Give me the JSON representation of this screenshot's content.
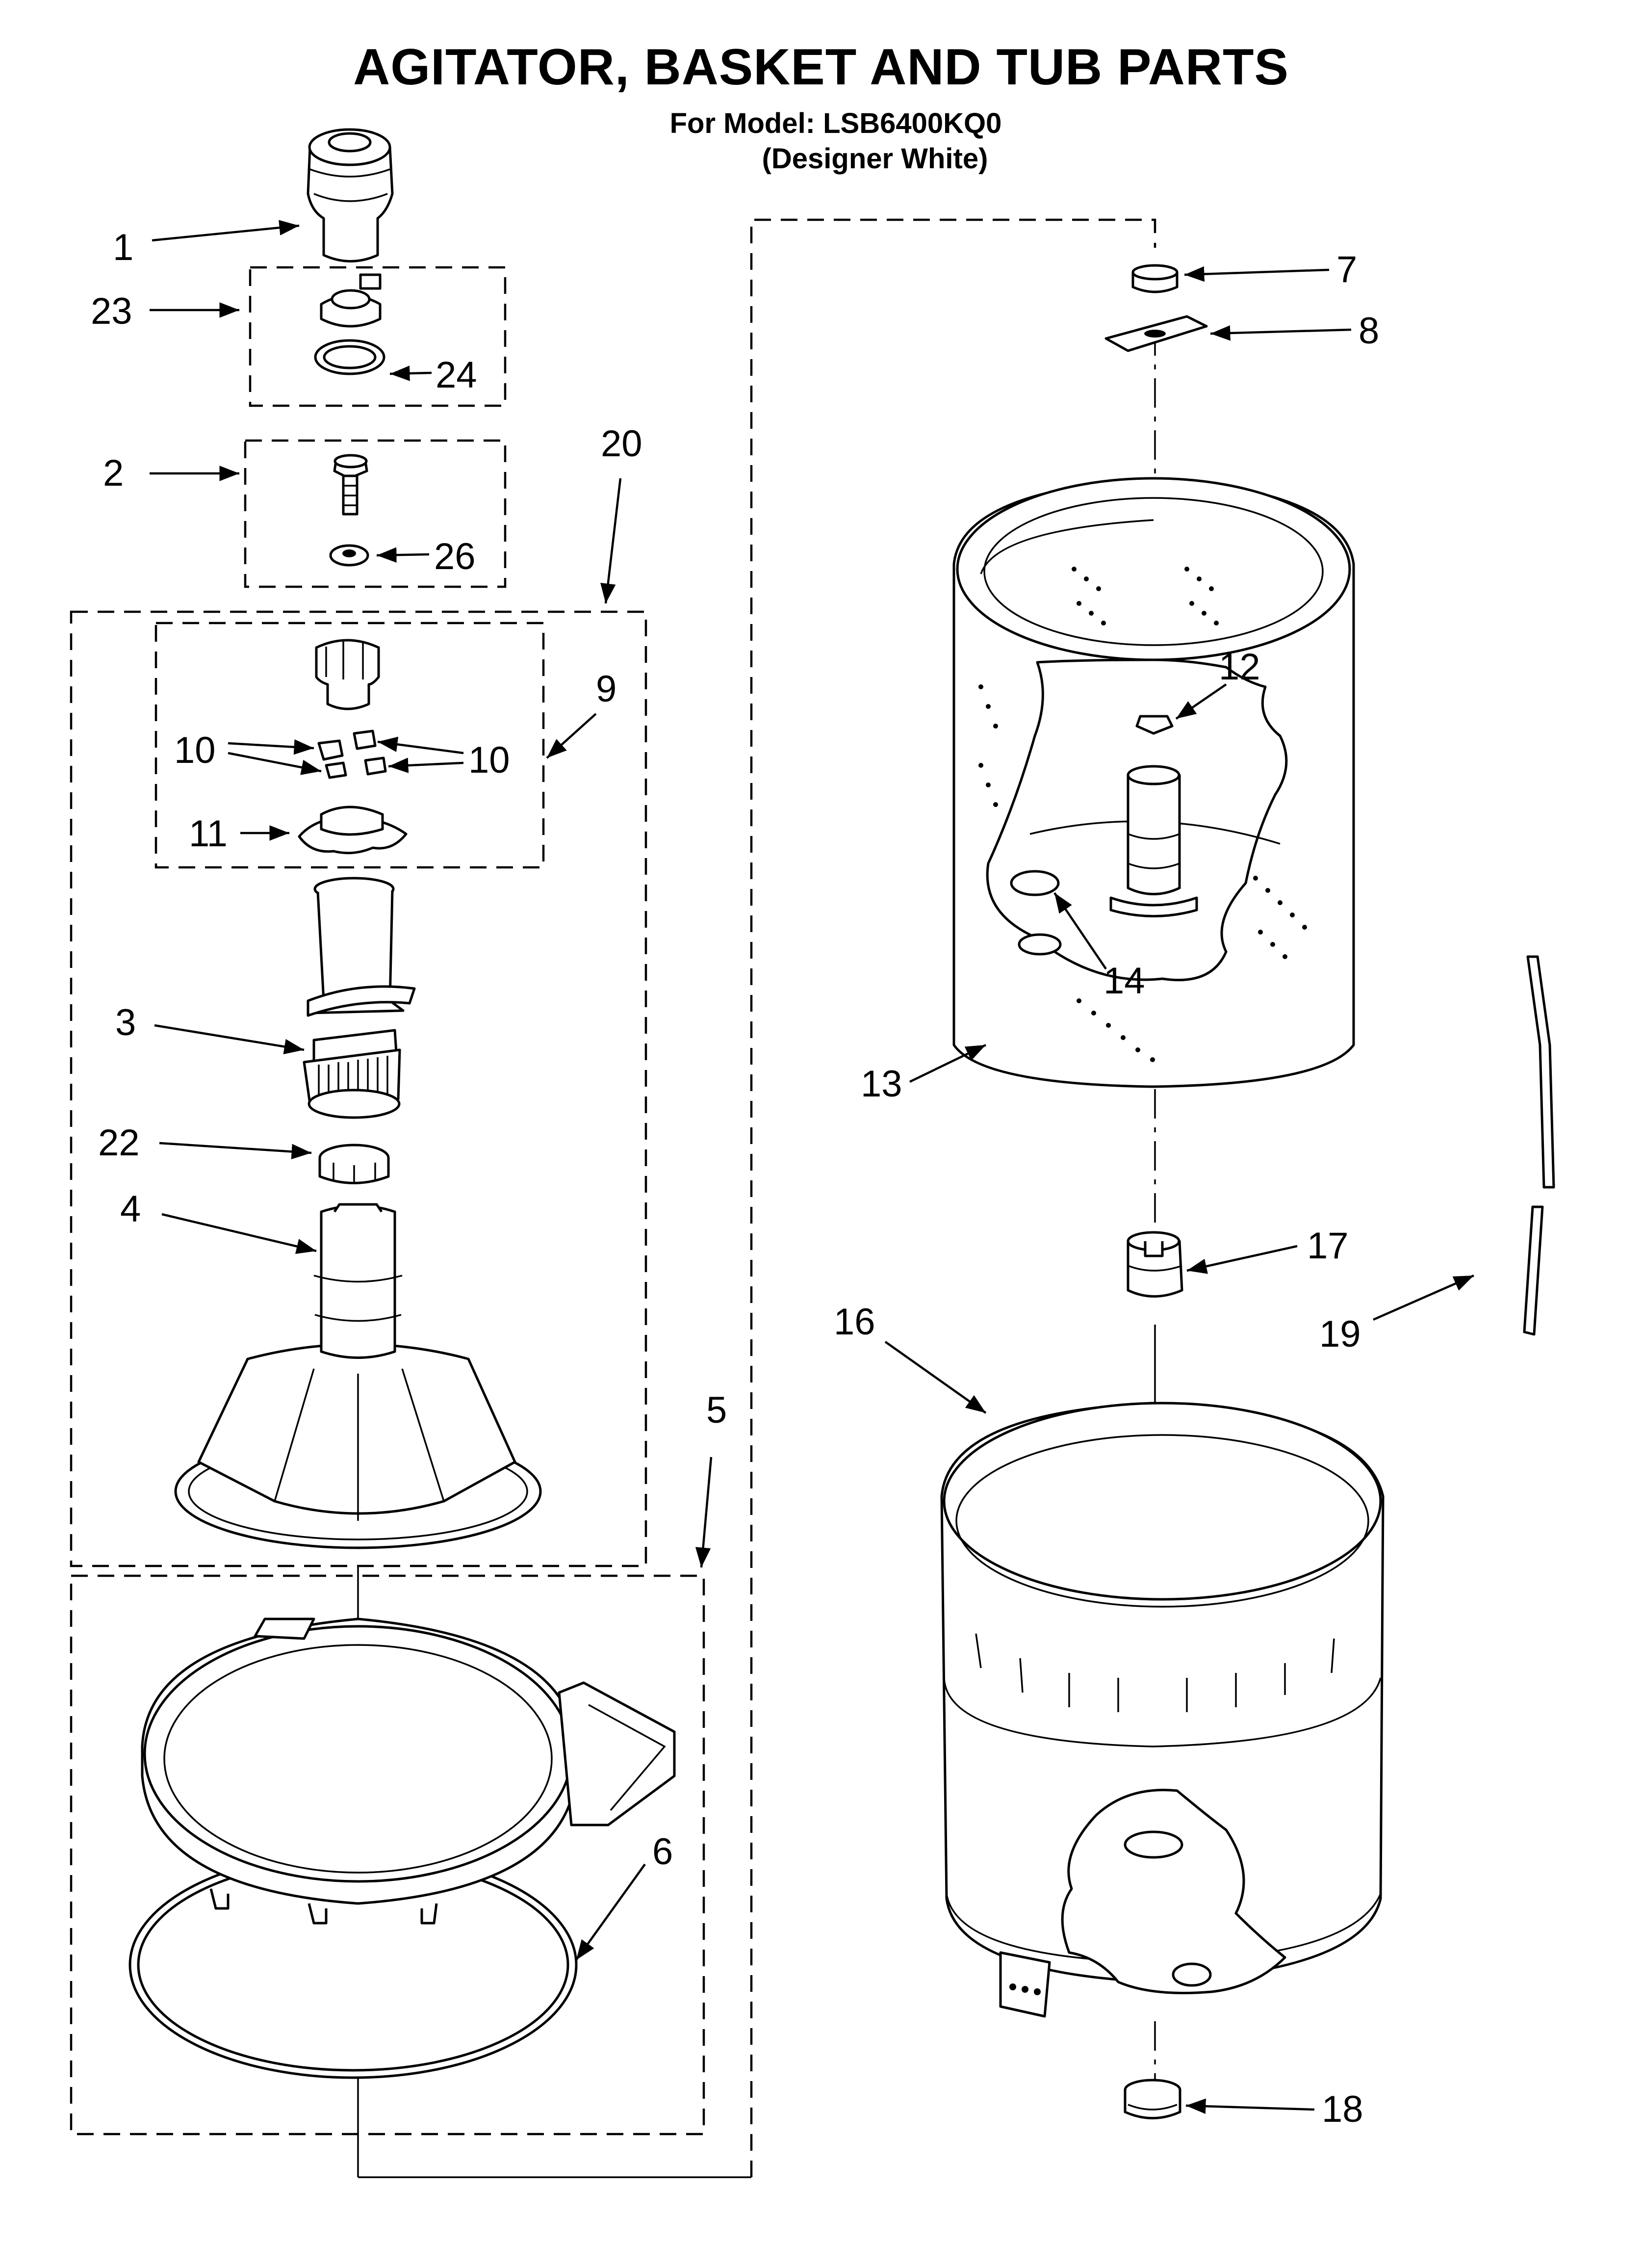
{
  "title": "AGITATOR, BASKET AND TUB PARTS",
  "model_line": "For Model: LSB6400KQ0",
  "color_line": "(Designer White)",
  "callouts": [
    {
      "id": "c1",
      "label": "1"
    },
    {
      "id": "c23",
      "label": "23"
    },
    {
      "id": "c24",
      "label": "24"
    },
    {
      "id": "c2",
      "label": "2"
    },
    {
      "id": "c26",
      "label": "26"
    },
    {
      "id": "c20",
      "label": "20"
    },
    {
      "id": "c9",
      "label": "9"
    },
    {
      "id": "c10a",
      "label": "10"
    },
    {
      "id": "c10b",
      "label": "10"
    },
    {
      "id": "c11",
      "label": "11"
    },
    {
      "id": "c3",
      "label": "3"
    },
    {
      "id": "c22",
      "label": "22"
    },
    {
      "id": "c4",
      "label": "4"
    },
    {
      "id": "c5",
      "label": "5"
    },
    {
      "id": "c6",
      "label": "6"
    },
    {
      "id": "c7",
      "label": "7"
    },
    {
      "id": "c8",
      "label": "8"
    },
    {
      "id": "c12",
      "label": "12"
    },
    {
      "id": "c14",
      "label": "14"
    },
    {
      "id": "c13",
      "label": "13"
    },
    {
      "id": "c17",
      "label": "17"
    },
    {
      "id": "c16",
      "label": "16"
    },
    {
      "id": "c19",
      "label": "19"
    },
    {
      "id": "c18",
      "label": "18"
    }
  ]
}
